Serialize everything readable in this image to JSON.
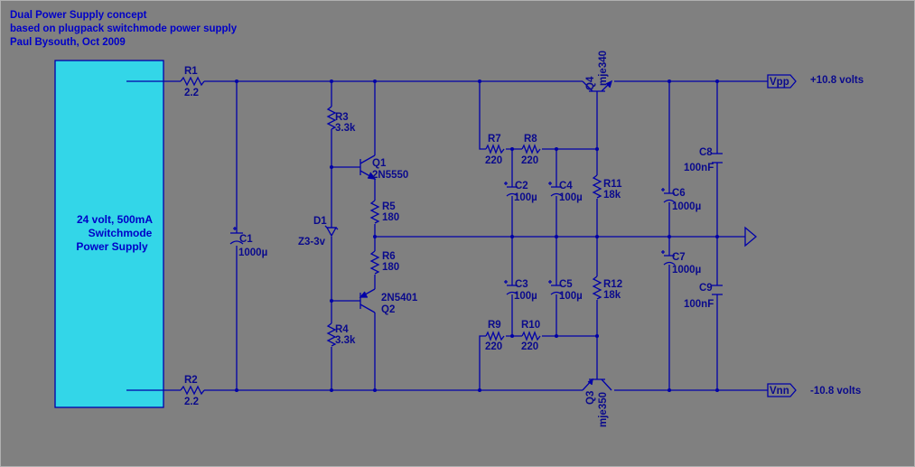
{
  "title_lines": [
    "Dual Power Supply concept",
    "based on plugpack switchmode power supply",
    "Paul Bysouth,  Oct 2009"
  ],
  "psu": {
    "lines": [
      "24 volt,  500mA",
      "Switchmode",
      "Power Supply"
    ],
    "fill_color": "#33d6e8"
  },
  "colors": {
    "background": "#808080",
    "wire": "#0000a8",
    "text": "#0000c8"
  },
  "components": {
    "R1": {
      "ref": "R1",
      "value": "2.2"
    },
    "R2": {
      "ref": "R2",
      "value": "2.2"
    },
    "C1": {
      "ref": "C1",
      "value": "1000µ"
    },
    "R3": {
      "ref": "R3",
      "value": "3.3k"
    },
    "R4": {
      "ref": "R4",
      "value": "3.3k"
    },
    "D1": {
      "ref": "D1",
      "value": "Z3-3v"
    },
    "Q1": {
      "ref": "Q1",
      "value": "2N5550"
    },
    "Q2": {
      "ref": "Q2",
      "value": "2N5401"
    },
    "R5": {
      "ref": "R5",
      "value": "180"
    },
    "R6": {
      "ref": "R6",
      "value": "180"
    },
    "R7": {
      "ref": "R7",
      "value": "220"
    },
    "R8": {
      "ref": "R8",
      "value": "220"
    },
    "R9": {
      "ref": "R9",
      "value": "220"
    },
    "R10": {
      "ref": "R10",
      "value": "220"
    },
    "C2": {
      "ref": "C2",
      "value": "100µ"
    },
    "C3": {
      "ref": "C3",
      "value": "100µ"
    },
    "C4": {
      "ref": "C4",
      "value": "100µ"
    },
    "C5": {
      "ref": "C5",
      "value": "100µ"
    },
    "R11": {
      "ref": "R11",
      "value": "18k"
    },
    "R12": {
      "ref": "R12",
      "value": "18k"
    },
    "Q3": {
      "ref": "Q3",
      "value": "mje350"
    },
    "Q4": {
      "ref": "Q4",
      "value": "mje340"
    },
    "C6": {
      "ref": "C6",
      "value": "1000µ"
    },
    "C7": {
      "ref": "C7",
      "value": "1000µ"
    },
    "C8": {
      "ref": "C8",
      "value": "100nF"
    },
    "C9": {
      "ref": "C9",
      "value": "100nF"
    }
  },
  "ports": {
    "vpp": {
      "name": "Vpp",
      "label": "+10.8 volts"
    },
    "vnn": {
      "name": "Vnn",
      "label": "-10.8 volts"
    }
  }
}
